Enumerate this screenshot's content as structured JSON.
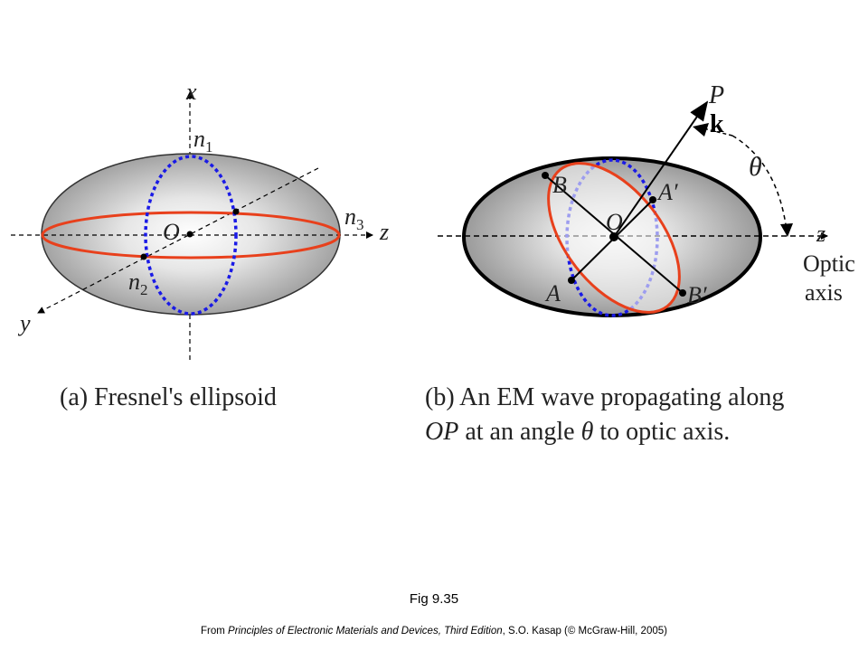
{
  "panel_a": {
    "axis_x": "x",
    "axis_y": "y",
    "axis_z": "z",
    "origin": "O",
    "n1": "n",
    "n1_sub": "1",
    "n2": "n",
    "n2_sub": "2",
    "n3": "n",
    "n3_sub": "3",
    "caption": "(a) Fresnel's ellipsoid"
  },
  "panel_b": {
    "P": "P",
    "k": "k",
    "theta": "θ",
    "origin": "O",
    "A": "A",
    "A_prime": "A′",
    "B": "B",
    "B_prime": "B′",
    "axis_z": "z",
    "optic_line1": "Optic",
    "optic_line2": "axis",
    "caption_line1": "(b) An EM wave propagating along",
    "caption_line2_op": "OP",
    "caption_line2_mid": " at an angle ",
    "caption_line2_theta": "θ",
    "caption_line2_end": " to optic axis."
  },
  "footer": {
    "fig_number": "Fig 9.35",
    "source_prefix": "From ",
    "source_title": "Principles of Electronic Materials and Devices, Third Edition",
    "source_suffix": ", S.O. Kasap (© McGraw-Hill, 2005)"
  },
  "colors": {
    "red_ellipse": "#e8401c",
    "blue_dashed": "#1a1ae6",
    "ellipsoid_gray": "#a8a8a8"
  }
}
